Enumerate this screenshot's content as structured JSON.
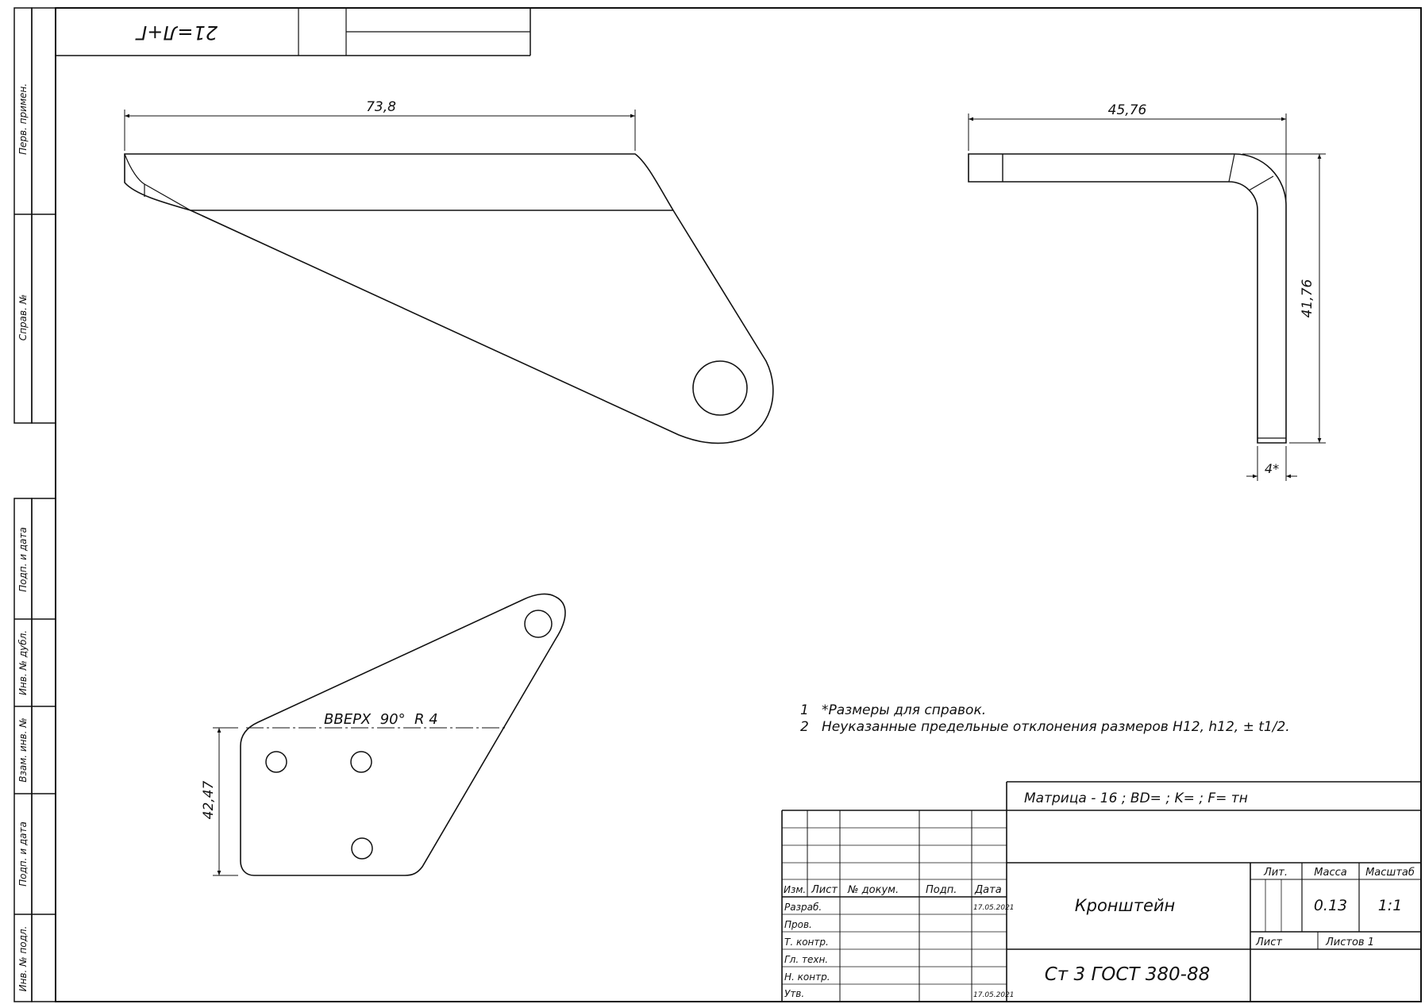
{
  "top_stamp": {
    "code": "21=Л+Г"
  },
  "side_strip": {
    "perv_primen": "Перв. примен.",
    "sprav_no": "Справ. №",
    "podp_data_1": "Подп. и дата",
    "inv_dubl": "Инв. № дубл.",
    "vzam_inv": "Взам. инв. №",
    "podp_data_2": "Подп. и дата",
    "inv_podl": "Инв. № подл."
  },
  "dimensions": {
    "top_width": "73,8",
    "side_width": "45,76",
    "side_height": "41,76",
    "side_thickness": "4*",
    "flat_height": "42,47"
  },
  "bend_note": "ВВЕРХ  90°  R 4",
  "notes": [
    {
      "num": "1",
      "text": "*Размеры для справок."
    },
    {
      "num": "2",
      "text": "Неуказанные предельные отклонения размеров H12, h12, ± t1/2."
    }
  ],
  "title_block": {
    "matrix_line": "Матрица - 16 ; BD=  ; K=  ; F= тн",
    "headers": {
      "izm": "Изм.",
      "list": "Лист",
      "dokum": "№ докум.",
      "podp": "Подп.",
      "data": "Дата"
    },
    "roles": [
      "Разраб.",
      "Пров.",
      "Т. контр.",
      "Гл. техн.",
      "Н. контр.",
      "Утв."
    ],
    "date_razrab": "17.05.2021",
    "date_utv": "17.05.2021",
    "part_name": "Кронштейн",
    "material": "Ст 3 ГОСТ 380-88",
    "lit_label": "Лит.",
    "mass_label": "Масса",
    "scale_label": "Масштаб",
    "mass_value": "0.13",
    "scale_value": "1:1",
    "sheet_label": "Лист",
    "sheets_label": "Листов 1"
  }
}
